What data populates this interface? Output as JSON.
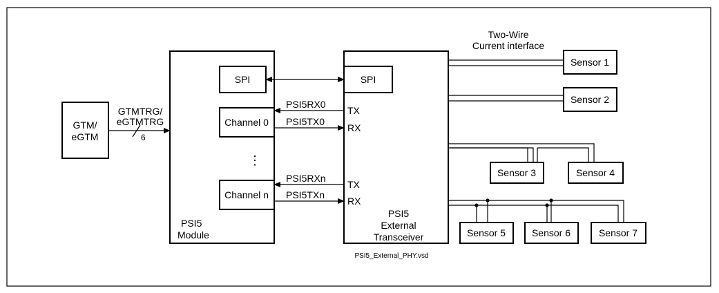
{
  "gtm": {
    "label_line1": "GTM/",
    "label_line2": "eGTM"
  },
  "bus": {
    "label_line1": "GTMTRG/",
    "label_line2": "eGTMTRG",
    "width": "6"
  },
  "module": {
    "name_line1": "PSI5",
    "name_line2": "Module",
    "spi": "SPI",
    "channel0": "Channel 0",
    "channeln": "Channel n",
    "ellipsis": "⋮"
  },
  "transceiver": {
    "name_line1": "PSI5",
    "name_line2": "External",
    "name_line3": "Transceiver",
    "spi": "SPI",
    "tx0": "TX",
    "rx0": "RX",
    "txn": "TX",
    "rxn": "RX"
  },
  "signals": {
    "rx0": "PSI5RX0",
    "tx0": "PSI5TX0",
    "rxn": "PSI5RXn",
    "txn": "PSI5TXn"
  },
  "interface": {
    "line1": "Two-Wire",
    "line2": "Current interface"
  },
  "sensors": [
    "Sensor 1",
    "Sensor 2",
    "Sensor 3",
    "Sensor 4",
    "Sensor 5",
    "Sensor 6",
    "Sensor 7"
  ],
  "filename": "PSI5_External_PHY.vsd"
}
